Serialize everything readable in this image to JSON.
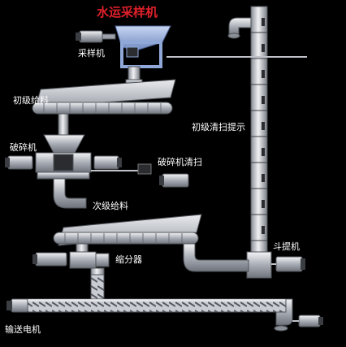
{
  "title": "水运采样机",
  "labels": {
    "sampler": "采样机",
    "primary_feeder": "初级给料",
    "primary_clean_lift": "初级清扫提示",
    "crusher": "破碎机",
    "crusher_clean": "破碎机清扫",
    "secondary_feeder": "次级给料",
    "bucket_elevator": "斗提机",
    "divider": "缩分器",
    "conveyor_motor": "输送电机"
  },
  "colors": {
    "background": "#000000",
    "title": "#e0202a",
    "label": "#ffffff",
    "metal": "#b8bcc4",
    "sampler_blue": "#8fa8d8"
  },
  "icons": [
    "motor-icon",
    "hopper-icon",
    "pipe-elbow-icon",
    "spiral-conveyor-icon"
  ]
}
